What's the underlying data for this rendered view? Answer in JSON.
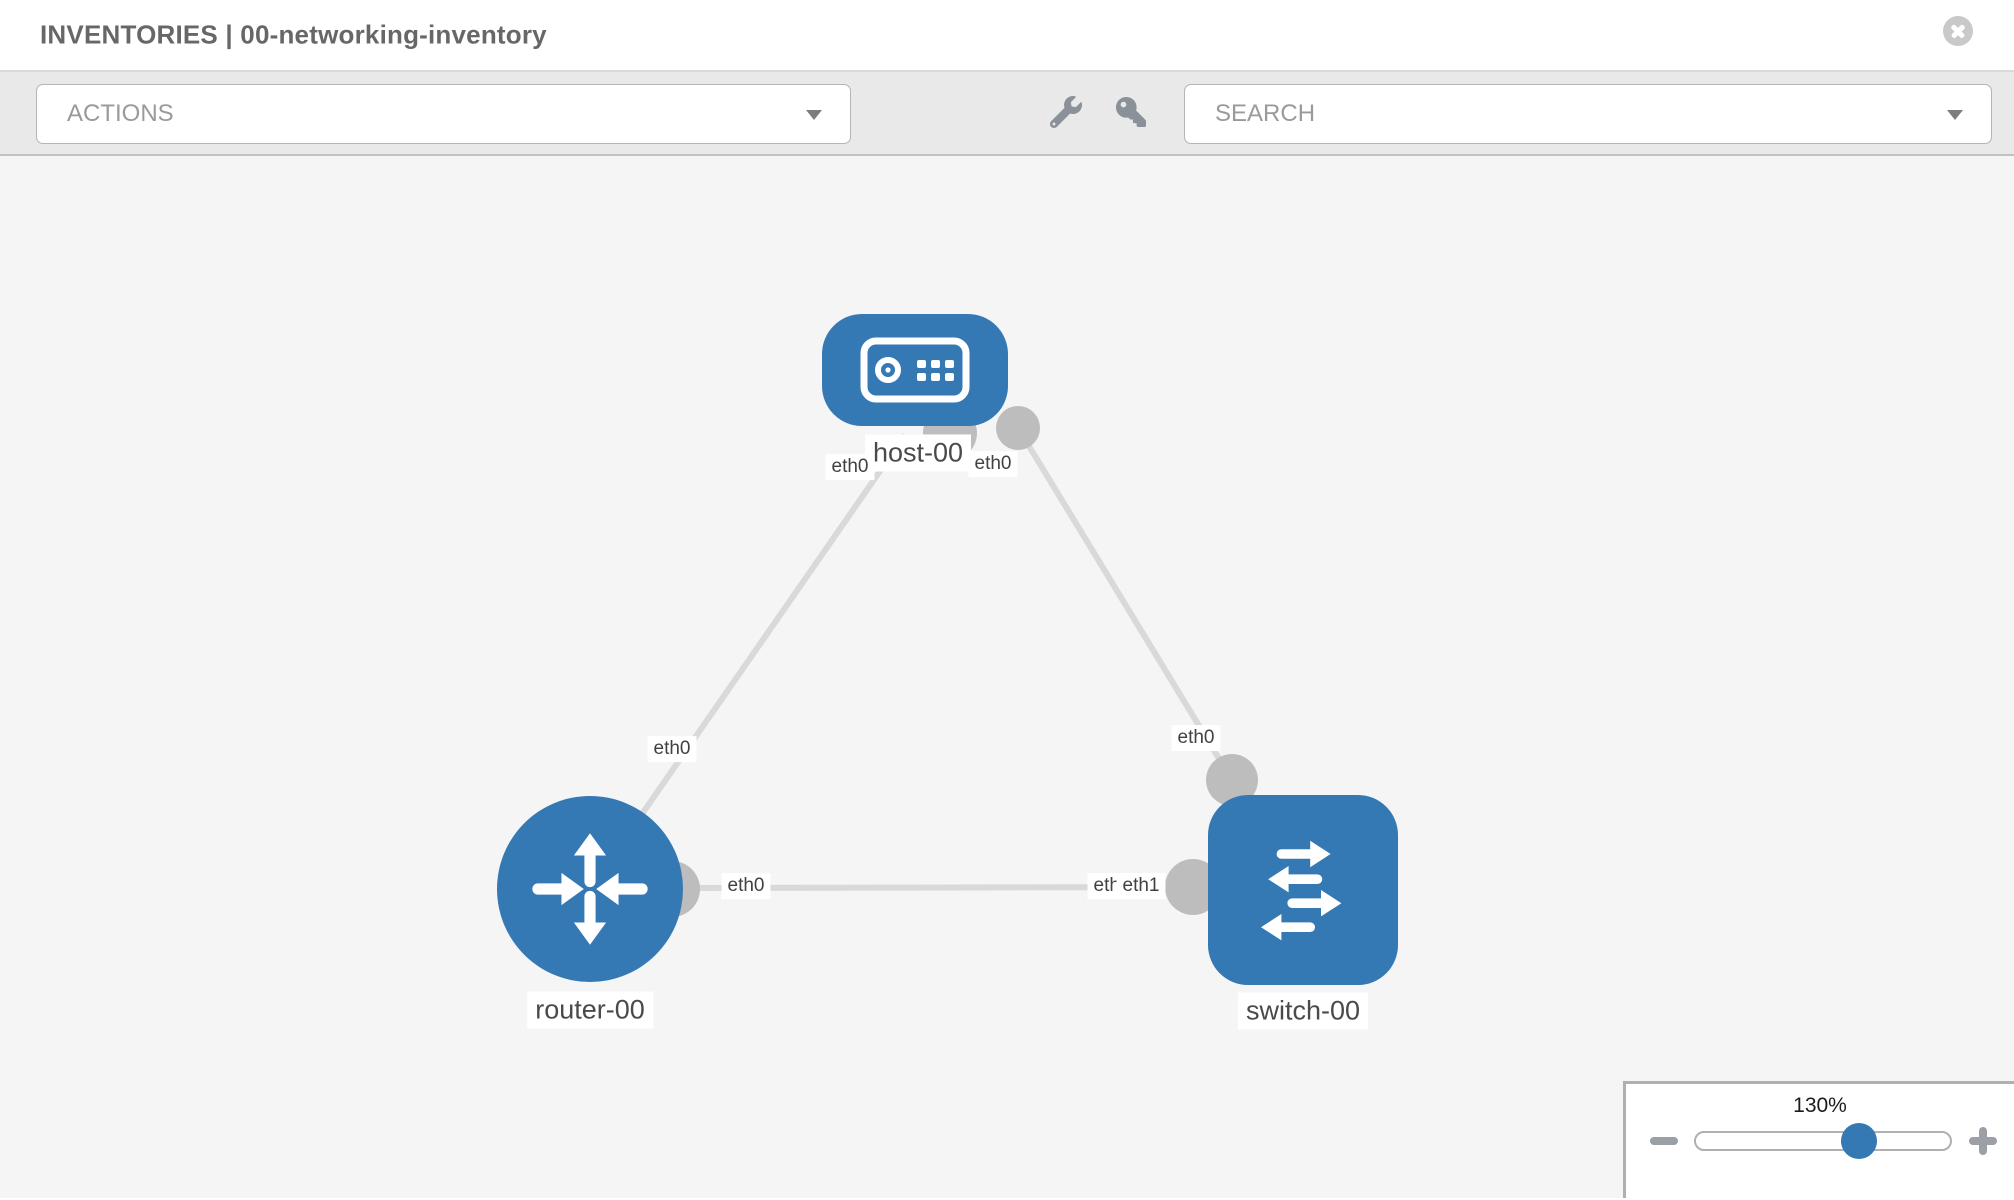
{
  "header": {
    "title": "INVENTORIES | 00-networking-inventory"
  },
  "toolbar": {
    "actions_label": "ACTIONS",
    "search_label": "SEARCH"
  },
  "diagram": {
    "nodes": {
      "host": {
        "label": "host-00",
        "type": "host"
      },
      "router": {
        "label": "router-00",
        "type": "router"
      },
      "switch": {
        "label": "switch-00",
        "type": "switch"
      }
    },
    "interface_labels": {
      "host_to_router_host_end": "eth0",
      "host_to_router_router_end": "eth0",
      "host_to_switch_host_end": "eth0",
      "host_to_switch_switch_end": "eth0",
      "router_to_switch_router_end": "eth0",
      "router_to_switch_switch_end_under": "eth0",
      "router_to_switch_switch_end_over": "eth1"
    },
    "links": [
      {
        "source": "host-00",
        "source_interface": "eth0",
        "target": "router-00",
        "target_interface": "eth0"
      },
      {
        "source": "host-00",
        "source_interface": "eth0",
        "target": "switch-00",
        "target_interface": "eth0"
      },
      {
        "source": "router-00",
        "source_interface": "eth0",
        "target": "switch-00",
        "target_interface": "eth1"
      }
    ]
  },
  "zoom_control": {
    "value": "130%",
    "percent": 130
  },
  "colors": {
    "node_blue": "#3478b4",
    "port_gray": "#bdbdbd",
    "edge_gray": "#d9d9d9",
    "toolbar_gray": "#e9e9e9",
    "canvas_gray": "#f5f5f6"
  }
}
